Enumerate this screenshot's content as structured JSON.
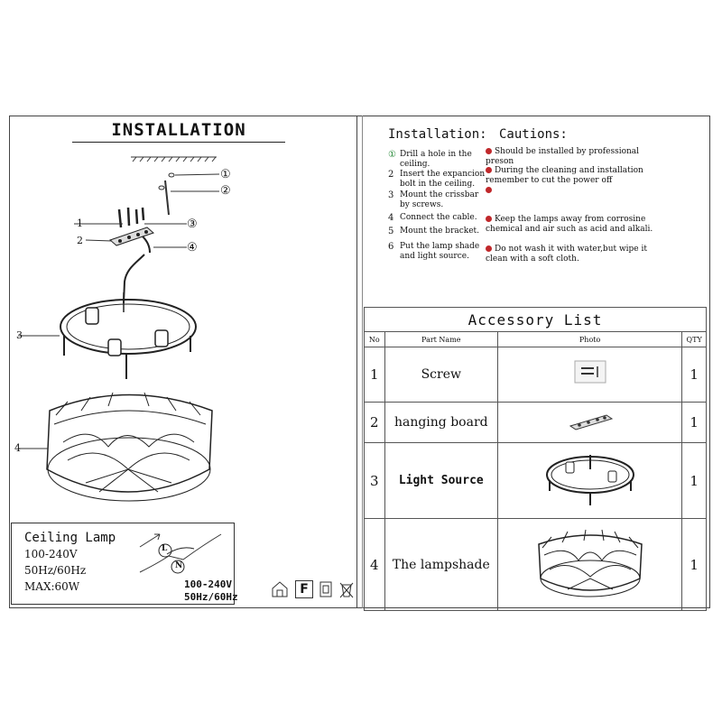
{
  "left": {
    "title": "INSTALLATION",
    "callouts": {
      "c1": "①",
      "c2": "②",
      "c3": "③",
      "c4": "④",
      "n1": "1",
      "n2": "2",
      "n3": "3",
      "n4": "4"
    },
    "spec": {
      "name": "Ceiling Lamp",
      "voltage": "100-240V",
      "frequency": "50Hz/60Hz",
      "max": "MAX:60W",
      "wire_voltage": "100-240V",
      "wire_frequency": "50Hz/60Hz",
      "wire_l": "L",
      "wire_n": "N"
    },
    "cert_icons": [
      "indoor-use-icon",
      "f-mark-icon",
      "class-ii-icon",
      "weee-bin-icon"
    ],
    "cert_f": "F"
  },
  "right": {
    "installation_heading": "Installation:",
    "cautions_heading": "Cautions:",
    "steps": [
      {
        "num": "①",
        "text": "Drill a hole in the ceiling."
      },
      {
        "num": "2",
        "text": "Insert the expancion bolt in the ceiling."
      },
      {
        "num": "3",
        "text": "Mount the crissbar by screws."
      },
      {
        "num": "4",
        "text": "Connect the cable."
      },
      {
        "num": "5",
        "text": "Mount the bracket."
      },
      {
        "num": "6",
        "text": "Put the lamp shade and light source."
      }
    ],
    "cautions": [
      "Should be installed by professional preson",
      "During the cleaning and installation remember to cut the power off",
      "",
      "Keep the lamps away from corrosine chemical and air such as acid and alkali.",
      "Do not wash it with water,but wipe it clean with a soft cloth."
    ],
    "accessory": {
      "title": "Accessory  List",
      "headers": {
        "no": "No",
        "name": "Part Name",
        "photo": "Photo",
        "qty": "QTY"
      },
      "rows": [
        {
          "no": "1",
          "name": "Screw",
          "qty": "1",
          "photo_icon": "screws-photo"
        },
        {
          "no": "2",
          "name": "hanging board",
          "qty": "1",
          "photo_icon": "hanging-board-photo"
        },
        {
          "no": "3",
          "name": "Light Source",
          "qty": "1",
          "photo_icon": "light-source-photo"
        },
        {
          "no": "4",
          "name": "The lampshade",
          "qty": "1",
          "photo_icon": "lampshade-photo"
        }
      ]
    }
  },
  "colors": {
    "bullet": "#c0282b",
    "step1_circle": "#2a8a3a",
    "line": "#333333"
  }
}
